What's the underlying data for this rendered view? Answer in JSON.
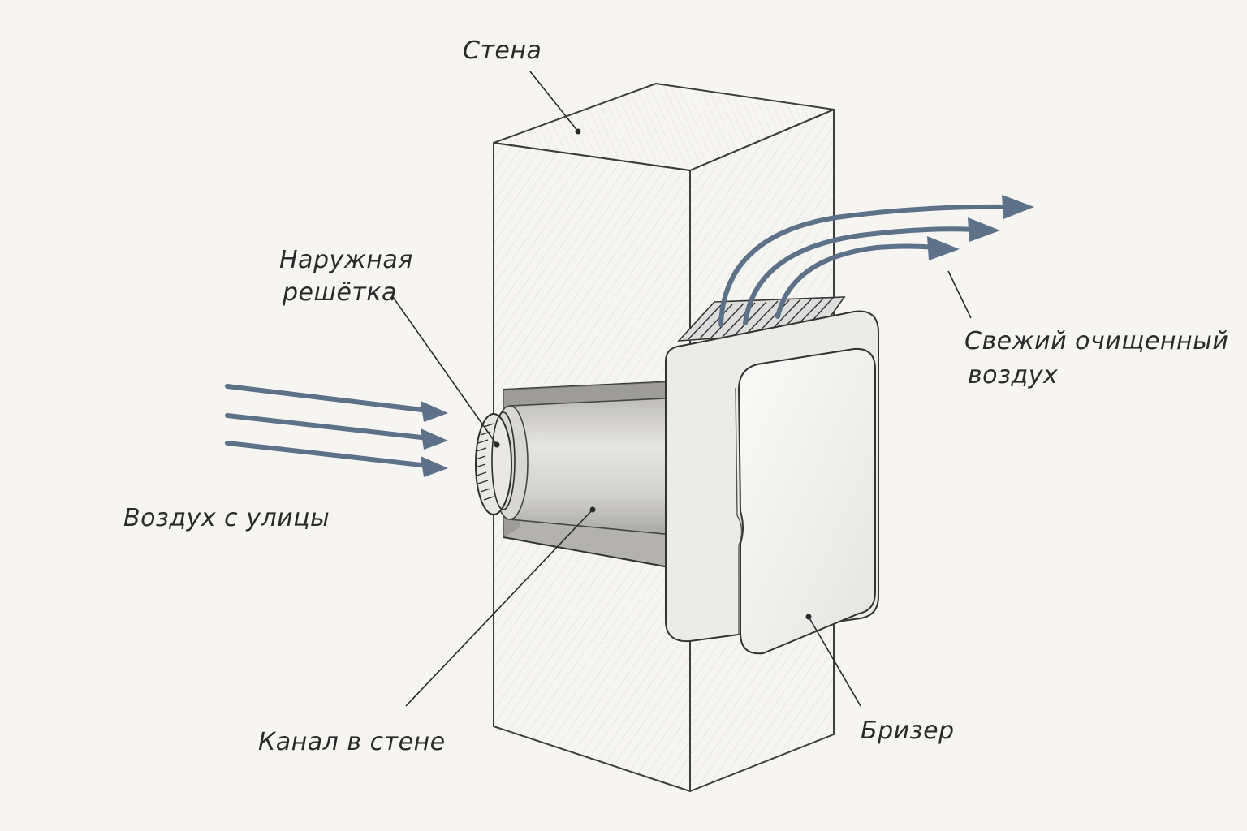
{
  "labels": {
    "wall": "Стена",
    "grille_line1": "Наружная",
    "grille_line2": "решётка",
    "fresh_line1": "Свежий очищенный",
    "fresh_line2": "воздух",
    "outside_air": "Воздух с улицы",
    "channel": "Канал в стене",
    "breezer": "Бризер"
  },
  "colors": {
    "arrow": "#5d7189",
    "wall_front": "#d9d8d4",
    "wall_side": "#c9c8c4",
    "wall_top": "#e7e6e2",
    "device": "#f1f1ef"
  }
}
